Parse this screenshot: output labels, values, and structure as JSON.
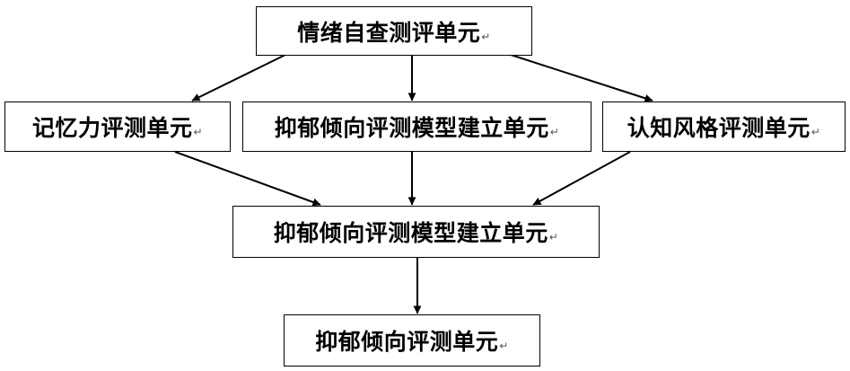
{
  "diagram": {
    "paragraph_mark": "↵",
    "line_color": "#000000",
    "nodes": {
      "top": {
        "label": "情绪自查测评单元"
      },
      "memory": {
        "label": "记忆力评测单元"
      },
      "depression_model_1": {
        "label": "抑郁倾向评测模型建立单元"
      },
      "cognition": {
        "label": "认知风格评测单元"
      },
      "depression_model_2": {
        "label": "抑郁倾向评测模型建立单元"
      },
      "bottom": {
        "label": "抑郁倾向评测单元"
      }
    },
    "edges": [
      {
        "from": "top",
        "to": "memory"
      },
      {
        "from": "top",
        "to": "depression_model_1"
      },
      {
        "from": "top",
        "to": "cognition"
      },
      {
        "from": "memory",
        "to": "depression_model_2"
      },
      {
        "from": "depression_model_1",
        "to": "depression_model_2"
      },
      {
        "from": "cognition",
        "to": "depression_model_2"
      },
      {
        "from": "depression_model_2",
        "to": "bottom"
      }
    ]
  }
}
